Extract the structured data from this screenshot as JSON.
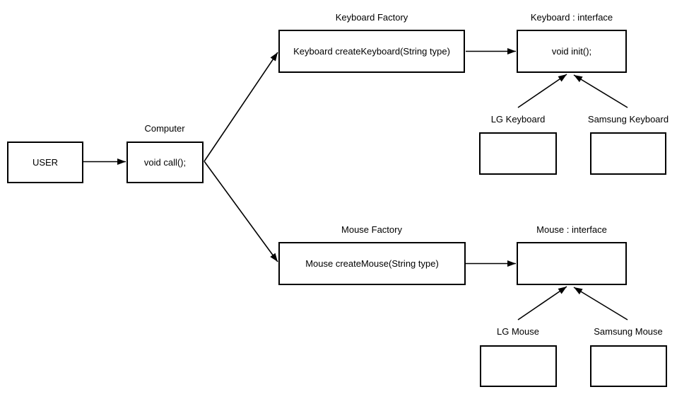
{
  "diagram_type": "factory-pattern-flow",
  "colors": {
    "background": "#ffffff",
    "box_border": "#000000",
    "edge_stroke": "#000000",
    "text": "#000000"
  },
  "nodes": {
    "user": {
      "label": "USER"
    },
    "computer": {
      "title": "Computer",
      "label": "void call();"
    },
    "keyboard_factory": {
      "title": "Keyboard Factory",
      "label": "Keyboard createKeyboard(String type)"
    },
    "keyboard_interface": {
      "title": "Keyboard : interface",
      "label": "void init();"
    },
    "lg_keyboard": {
      "title": "LG Keyboard",
      "label": ""
    },
    "samsung_keyboard": {
      "title": "Samsung Keyboard",
      "label": ""
    },
    "mouse_factory": {
      "title": "Mouse Factory",
      "label": "Mouse createMouse(String type)"
    },
    "mouse_interface": {
      "title": "Mouse : interface",
      "label": ""
    },
    "lg_mouse": {
      "title": "LG Mouse",
      "label": ""
    },
    "samsung_mouse": {
      "title": "Samsung Mouse",
      "label": ""
    }
  },
  "edges": [
    {
      "from": "user",
      "to": "computer"
    },
    {
      "from": "computer",
      "to": "keyboard_factory"
    },
    {
      "from": "computer",
      "to": "mouse_factory"
    },
    {
      "from": "keyboard_factory",
      "to": "keyboard_interface"
    },
    {
      "from": "mouse_factory",
      "to": "mouse_interface"
    },
    {
      "from": "lg_keyboard",
      "to": "keyboard_interface"
    },
    {
      "from": "samsung_keyboard",
      "to": "keyboard_interface"
    },
    {
      "from": "lg_mouse",
      "to": "mouse_interface"
    },
    {
      "from": "samsung_mouse",
      "to": "mouse_interface"
    }
  ]
}
